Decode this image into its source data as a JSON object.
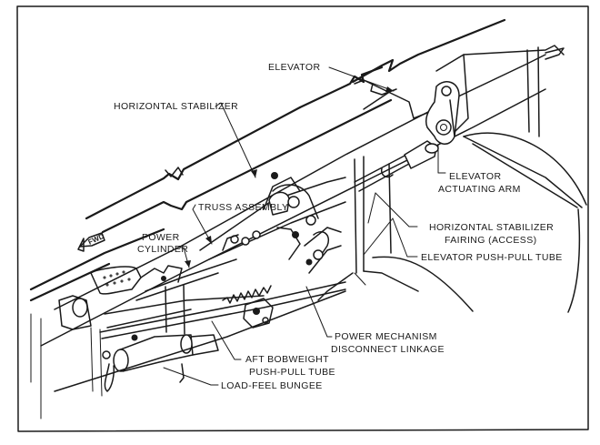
{
  "diagram": {
    "subject": "Horizontal stabilizer and elevator control mechanism",
    "direction_marker": "FWD",
    "labels": {
      "elevator": "ELEVATOR",
      "horizontal_stabilizer": "HORIZONTAL STABILIZER",
      "truss_assembly": "TRUSS ASSEMBLY",
      "power_cylinder_line1": "POWER",
      "power_cylinder_line2": "CYLINDER",
      "elevator_actuating_arm_line1": "ELEVATOR",
      "elevator_actuating_arm_line2": "ACTUATING ARM",
      "hs_fairing_line1": "HORIZONTAL STABILIZER",
      "hs_fairing_line2": "FAIRING (ACCESS)",
      "elevator_push_pull_tube": "ELEVATOR PUSH-PULL TUBE",
      "power_mechanism_line1": "POWER MECHANISM",
      "power_mechanism_line2": "DISCONNECT LINKAGE",
      "aft_bobweight_line1": "AFT BOBWEIGHT",
      "aft_bobweight_line2": "PUSH-PULL TUBE",
      "load_feel_bungee": "LOAD-FEEL BUNGEE"
    }
  }
}
